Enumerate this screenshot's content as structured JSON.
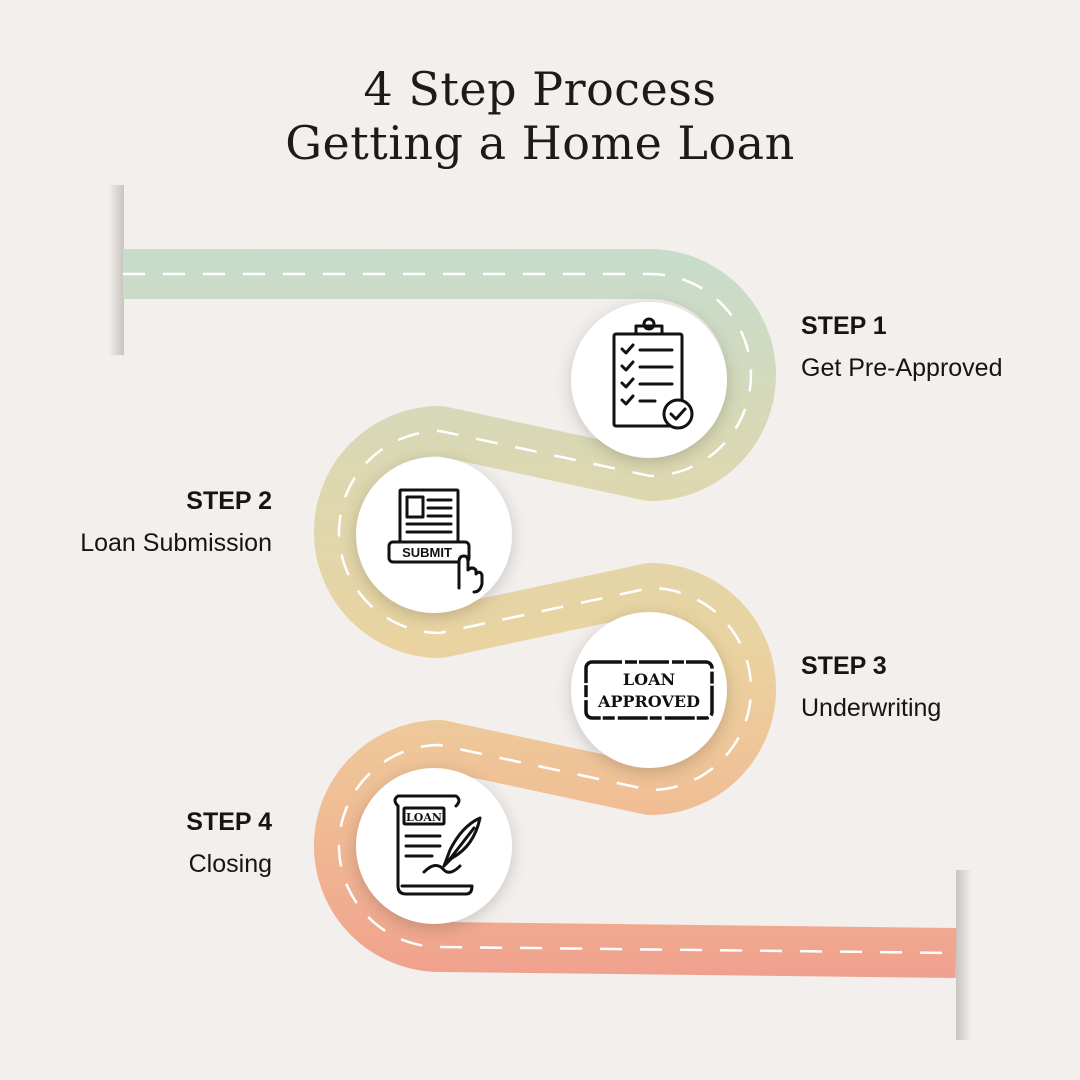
{
  "title": {
    "line1": "4 Step Process",
    "line2": "Getting a Home Loan"
  },
  "colors": {
    "background": "#f3efec",
    "road_start": "#c7dccd",
    "road_mid": "#ead3a0",
    "road_end": "#f0a08d"
  },
  "steps": [
    {
      "label": "STEP 1",
      "name": "Get Pre-Approved",
      "icon": "clipboard-checklist-icon"
    },
    {
      "label": "STEP 2",
      "name": "Loan Submission",
      "icon": "submit-form-icon"
    },
    {
      "label": "STEP 3",
      "name": "Underwriting",
      "icon": "loan-approved-stamp-icon"
    },
    {
      "label": "STEP 4",
      "name": "Closing",
      "icon": "loan-scroll-quill-icon"
    }
  ],
  "icon_text": {
    "submit": "SUBMIT",
    "stamp_line1": "LOAN",
    "stamp_line2": "APPROVED",
    "scroll": "LOAN"
  }
}
